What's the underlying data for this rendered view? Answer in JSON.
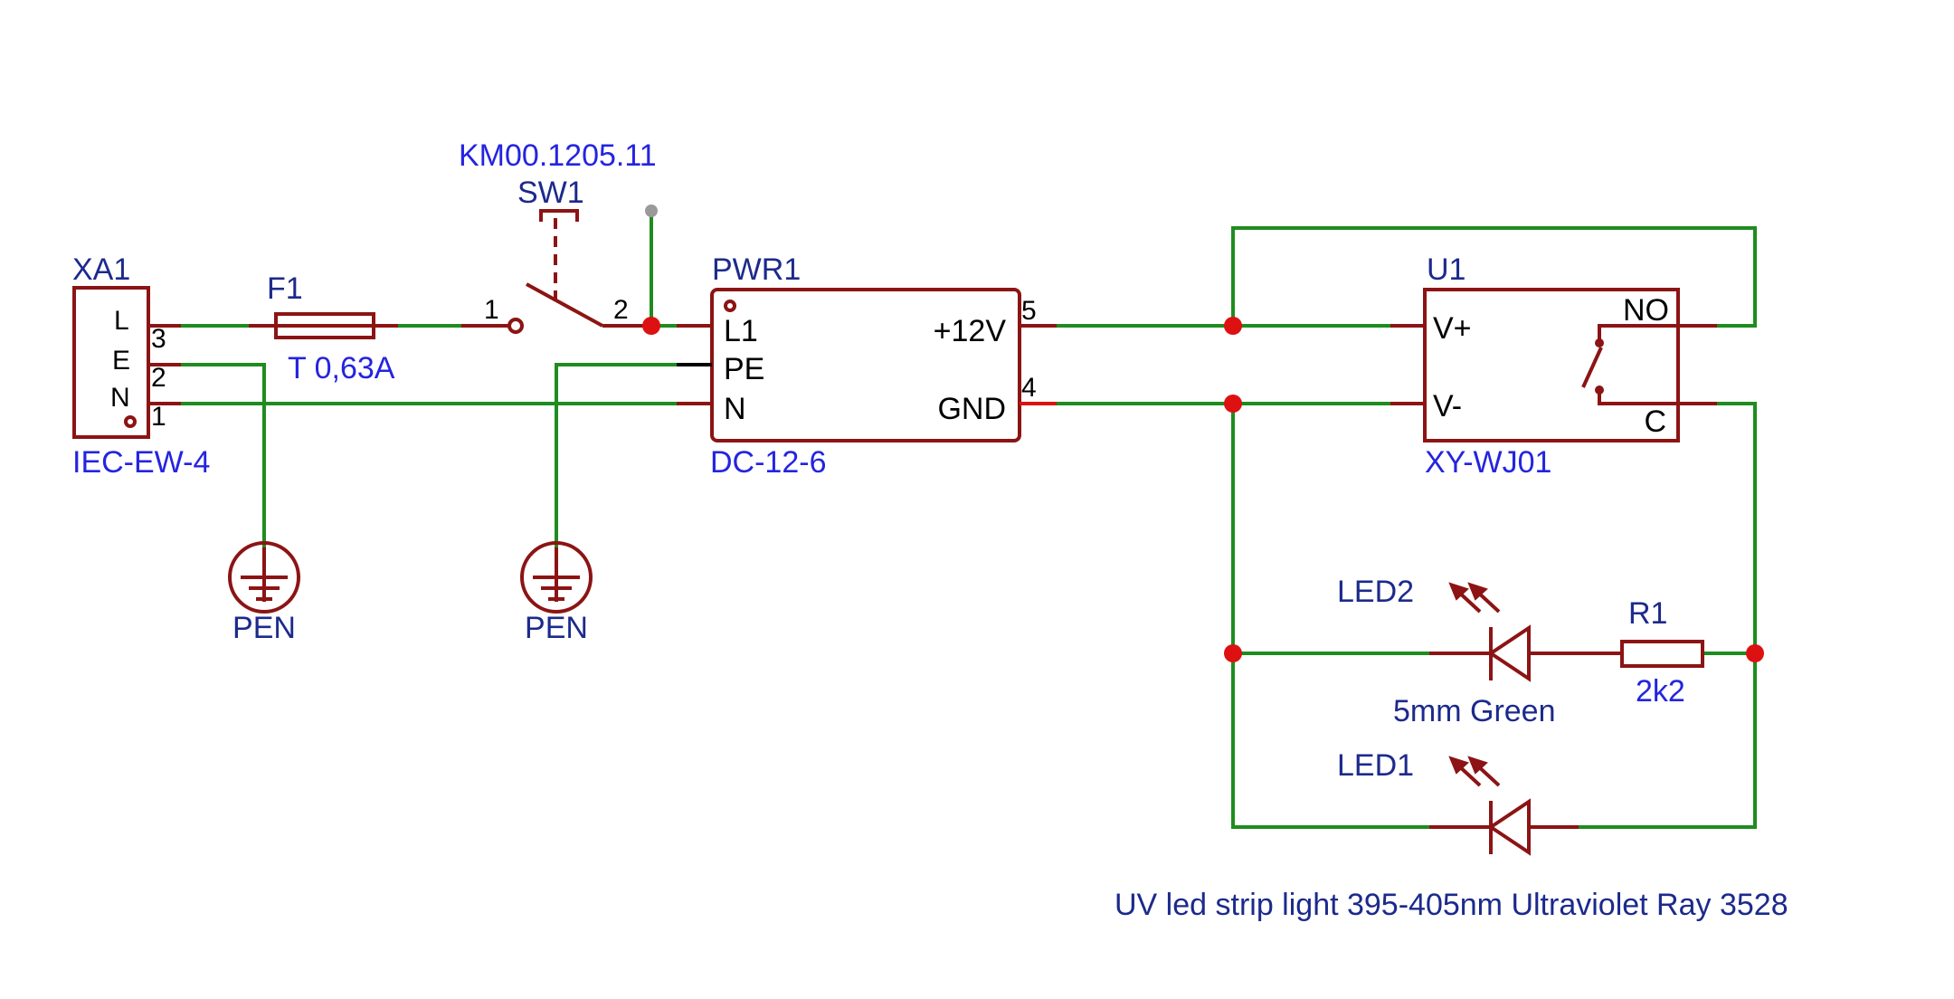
{
  "schematic": {
    "colors": {
      "wire": "#1f8c1f",
      "symbol": "#8c1414",
      "junction": "#dd1111",
      "designator_text": "#1c2a8c",
      "value_text": "#2424e0",
      "pin_text": "#000000"
    },
    "xa1": {
      "ref": "XA1",
      "value": "IEC-EW-4",
      "pin_names": [
        "L",
        "E",
        "N"
      ],
      "pin_numbers": [
        "3",
        "2",
        "1"
      ]
    },
    "f1": {
      "ref": "F1",
      "value": "T 0,63A"
    },
    "sw1": {
      "ref": "SW1",
      "value": "KM00.1205.11",
      "pin_numbers": [
        "1",
        "2"
      ]
    },
    "pwr1": {
      "ref": "PWR1",
      "value": "DC-12-6",
      "pins_left": [
        "L1",
        "PE",
        "N"
      ],
      "pins_right": [
        "+12V",
        "GND"
      ],
      "pin_numbers_right": [
        "5",
        "4"
      ]
    },
    "u1": {
      "ref": "U1",
      "value": "XY-WJ01",
      "pins_left": [
        "V+",
        "V-"
      ],
      "pins_right": [
        "NO",
        "C"
      ]
    },
    "pen_ground_1": {
      "label": "PEN",
      "icon": "ground-icon"
    },
    "pen_ground_2": {
      "label": "PEN",
      "icon": "ground-icon"
    },
    "led2": {
      "ref": "LED2",
      "value": "5mm Green",
      "icon": "led-icon"
    },
    "r1": {
      "ref": "R1",
      "value": "2k2"
    },
    "led1": {
      "ref": "LED1",
      "icon": "led-icon"
    },
    "note": "UV led strip light 395-405nm Ultraviolet Ray 3528"
  }
}
